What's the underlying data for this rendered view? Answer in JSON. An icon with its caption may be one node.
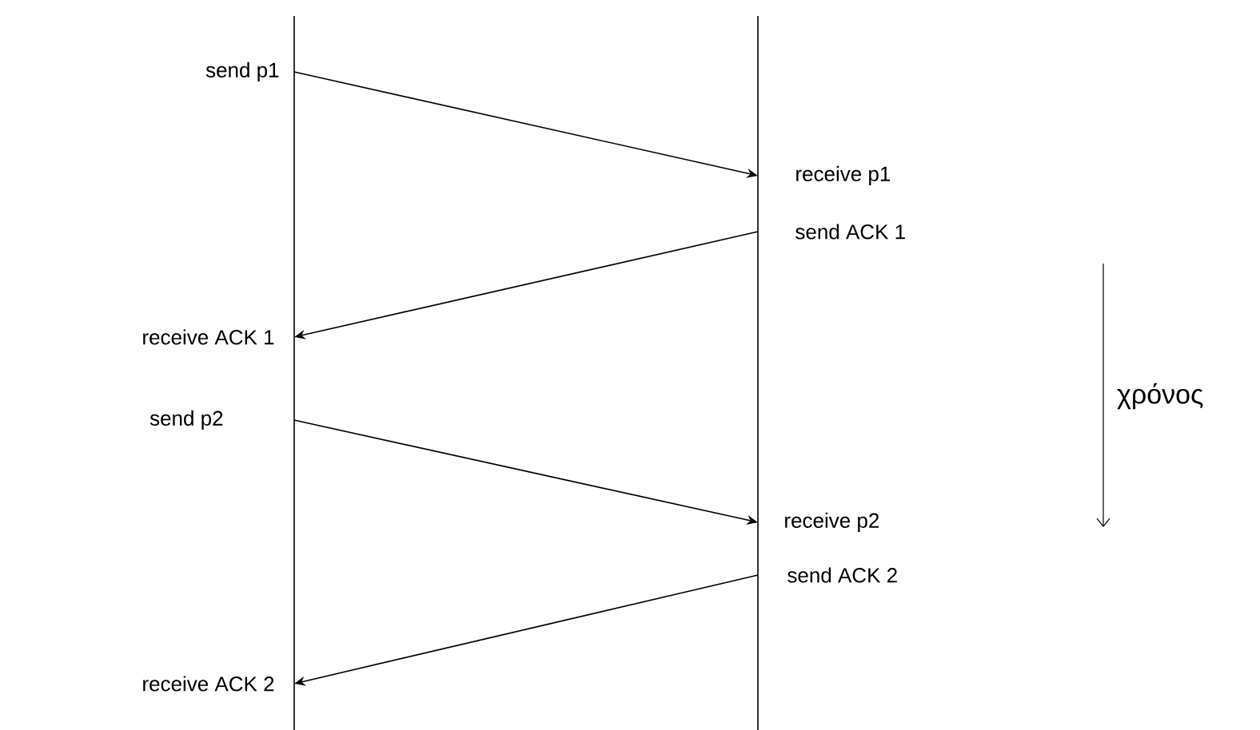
{
  "diagram": {
    "nodes": [
      {
        "text": [
          "send p1"
        ]
      },
      {
        "text": [
          "receive p1"
        ]
      },
      {
        "text": [
          "send ACK 1"
        ]
      },
      {
        "text": [
          "receive ACK 1"
        ]
      },
      {
        "text": [
          "send p2"
        ]
      },
      {
        "text": [
          "receive p2"
        ]
      },
      {
        "text": [
          "send ACK 2"
        ]
      },
      {
        "text": [
          "receive ACK 2"
        ]
      }
    ],
    "edges": [
      {
        "from": 0,
        "to": 1,
        "arrow": "to"
      },
      {
        "from": 2,
        "to": 3,
        "arrow": "to"
      },
      {
        "from": 4,
        "to": 5,
        "arrow": "to"
      },
      {
        "from": 6,
        "to": 7,
        "arrow": "to"
      }
    ],
    "labels": [
      "χρόνος"
    ]
  }
}
